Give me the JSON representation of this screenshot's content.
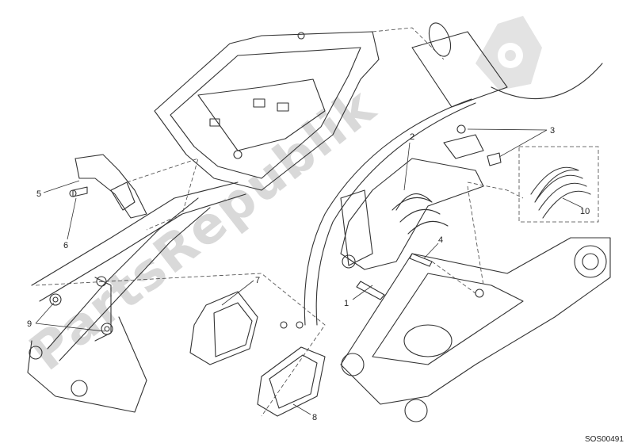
{
  "diagram": {
    "callouts": {
      "c1": "1",
      "c2": "2",
      "c3": "3",
      "c4": "4",
      "c5": "5",
      "c6": "6",
      "c7": "7",
      "c8": "8",
      "c9": "9",
      "c10": "10"
    },
    "drawing_code": "SOS00491",
    "watermark_text": "PartsRepublik"
  }
}
